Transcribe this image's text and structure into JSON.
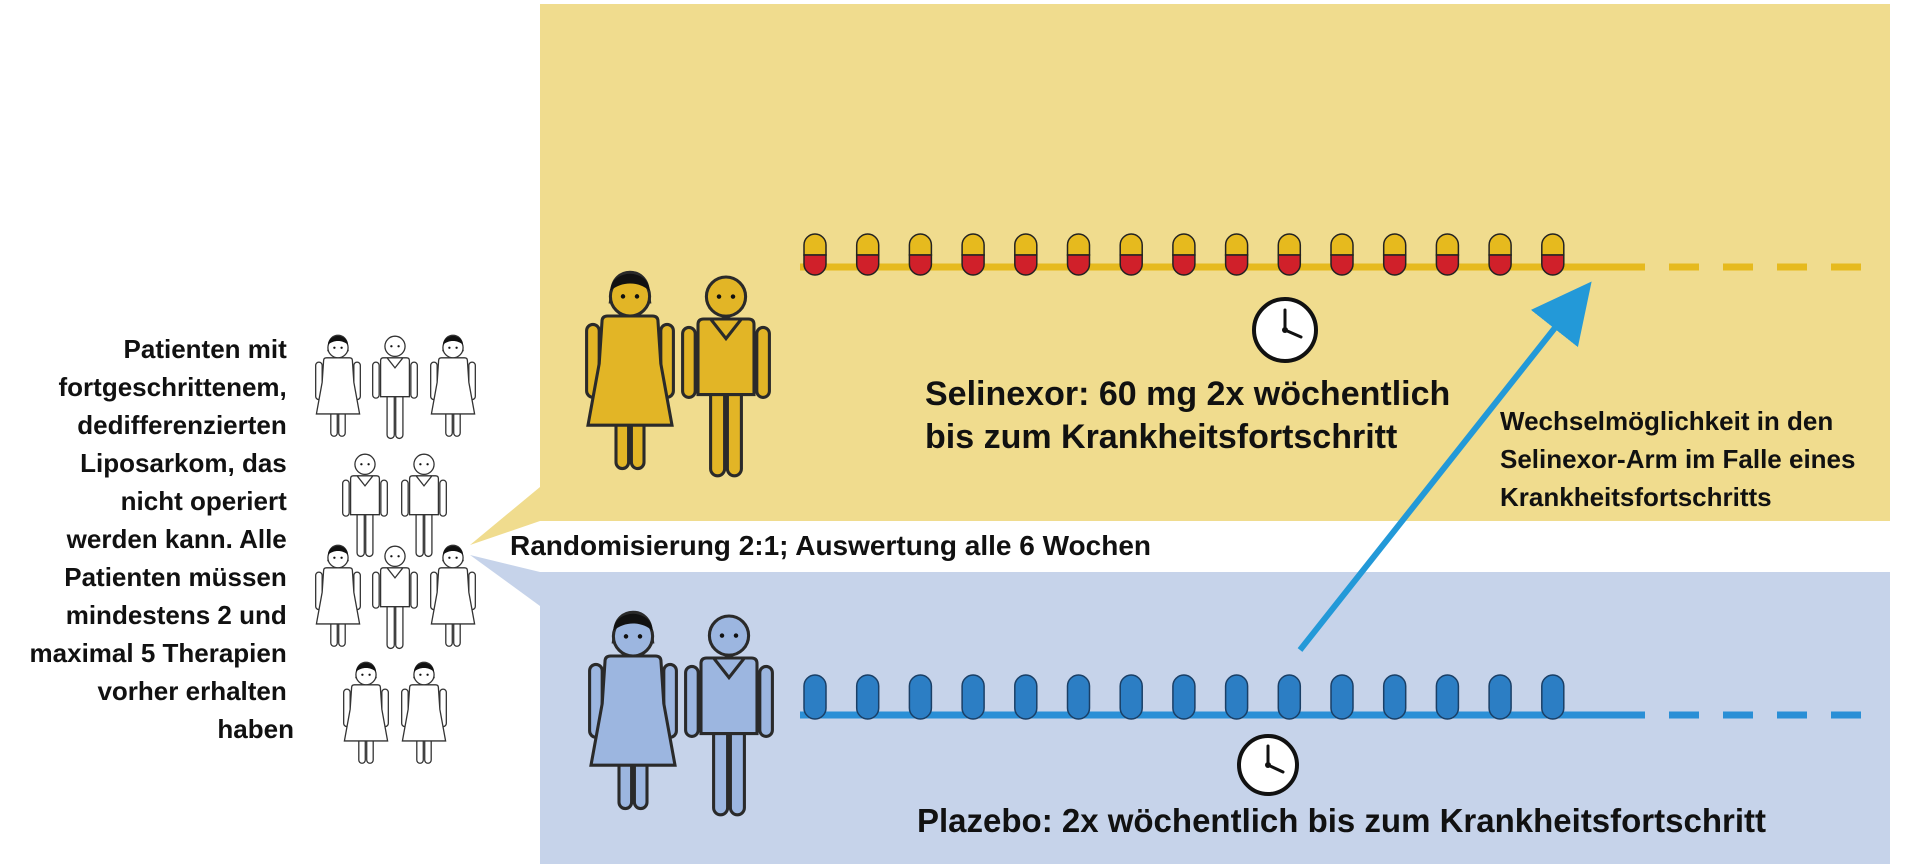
{
  "population": {
    "lines": [
      "Patienten mit",
      "fortgeschrittenem,",
      "dedifferenzierten",
      "Liposarkom, das",
      "nicht operiert",
      "werden kann. Alle",
      "Patienten müssen",
      "mindestens 2 und",
      "maximal 5 Therapien",
      "vorher erhalten",
      "haben"
    ]
  },
  "randomization": "Randomisierung 2:1; Auswertung alle 6 Wochen",
  "selinexor_arm": {
    "lines": [
      "Selinexor: 60 mg 2x wöchentlich",
      "bis zum Krankheitsfortschritt"
    ],
    "dose_count": 15
  },
  "placebo_arm": {
    "label": "Plazebo: 2x wöchentlich bis zum Krankheitsfortschritt",
    "dose_count": 15
  },
  "crossover": {
    "lines": [
      "Wechselmöglichkeit in den",
      "Selinexor-Arm im Falle eines",
      "Krankheitsfortschritts"
    ]
  },
  "icons": [
    "patient-group-icon",
    "yellow-woman-icon",
    "yellow-man-icon",
    "blue-woman-icon",
    "blue-man-icon",
    "selinexor-capsule-icon",
    "placebo-capsule-icon",
    "clock-icon",
    "crossover-arrow-icon"
  ],
  "colors": {
    "selinexor_panel": "#f0dc8e",
    "placebo_panel": "#c6d3ea",
    "selinexor_line": "#e6ba1e",
    "placebo_line": "#2a8fd6",
    "capsule_top_yellow": "#e6ba1e",
    "capsule_bottom_red": "#d0202a",
    "placebo_capsule": "#2c7ec4",
    "crossover_arrow": "#2399d8",
    "figure_yellow": "#e2b526",
    "figure_blue": "#9cb6e0"
  }
}
